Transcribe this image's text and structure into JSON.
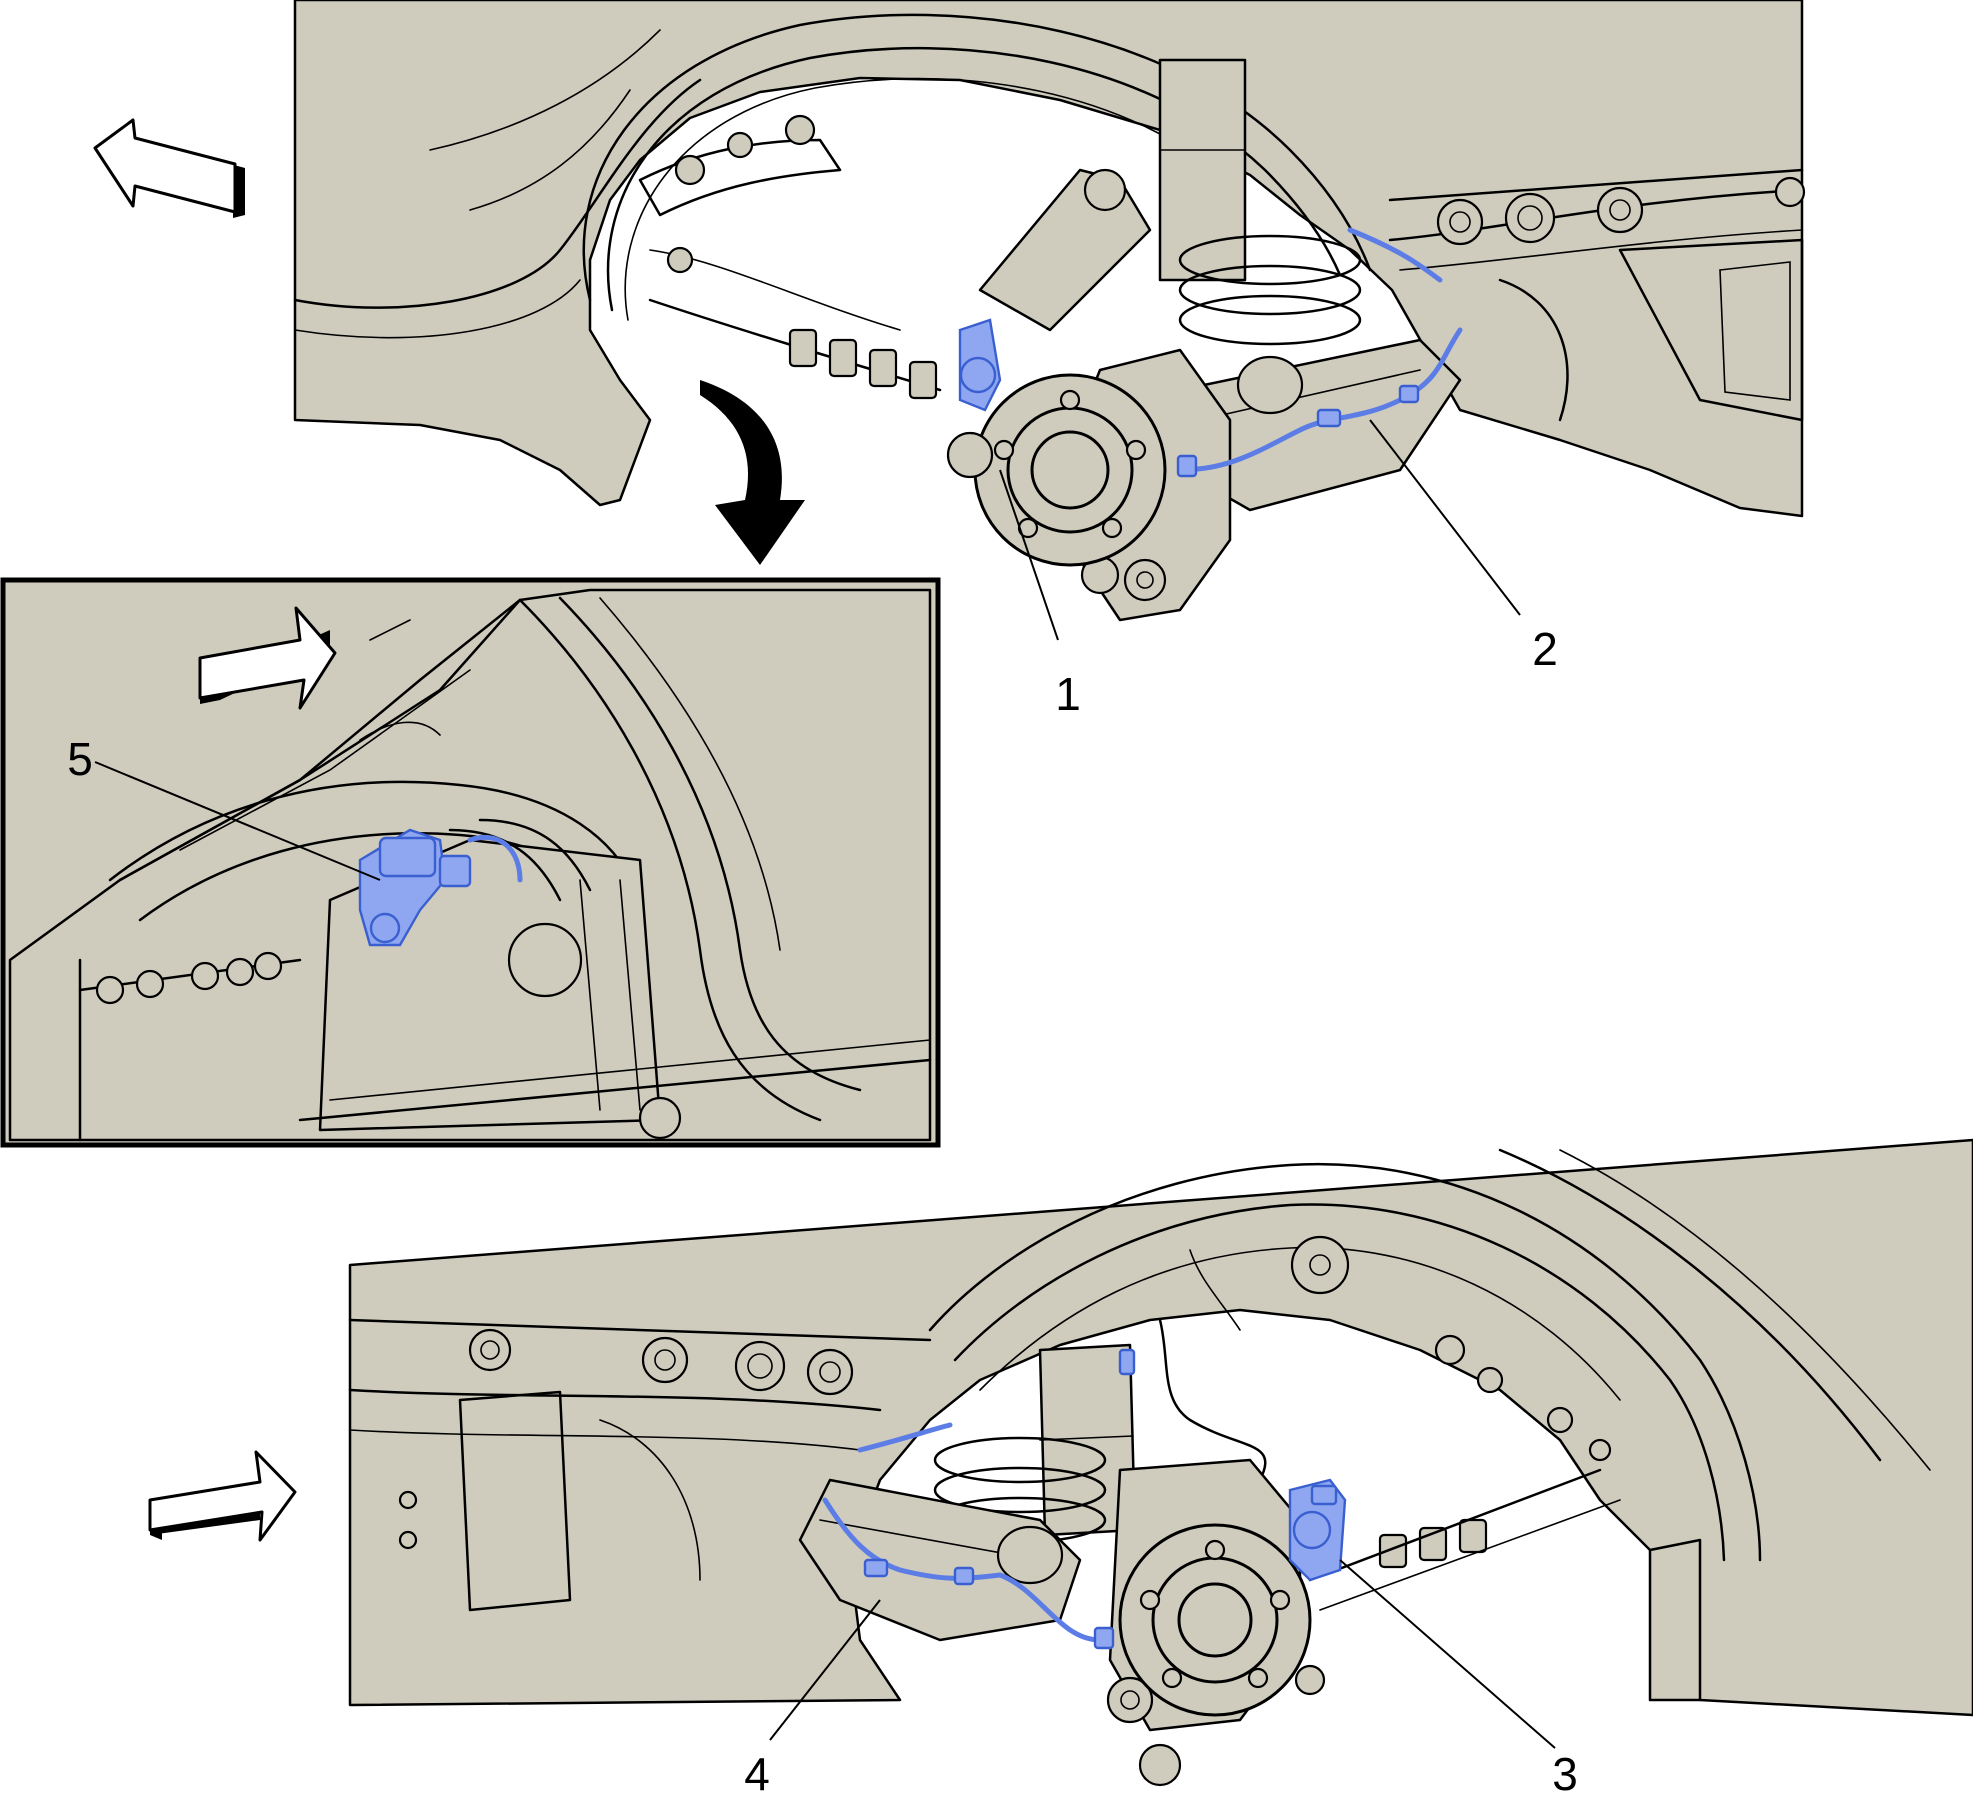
{
  "diagram": {
    "background": "#ffffff",
    "panel_fill": "#cfccbd",
    "highlight_color": "#8fa7f0",
    "callouts": [
      {
        "id": "1",
        "label": "1"
      },
      {
        "id": "2",
        "label": "2"
      },
      {
        "id": "3",
        "label": "3"
      },
      {
        "id": "4",
        "label": "4"
      },
      {
        "id": "5",
        "label": "5"
      }
    ],
    "icons": {
      "direction_top": "forward-arrow-icon",
      "direction_inset": "forward-arrow-icon",
      "direction_bottom": "forward-arrow-icon",
      "zoom_detail": "curved-arrow-icon"
    }
  }
}
